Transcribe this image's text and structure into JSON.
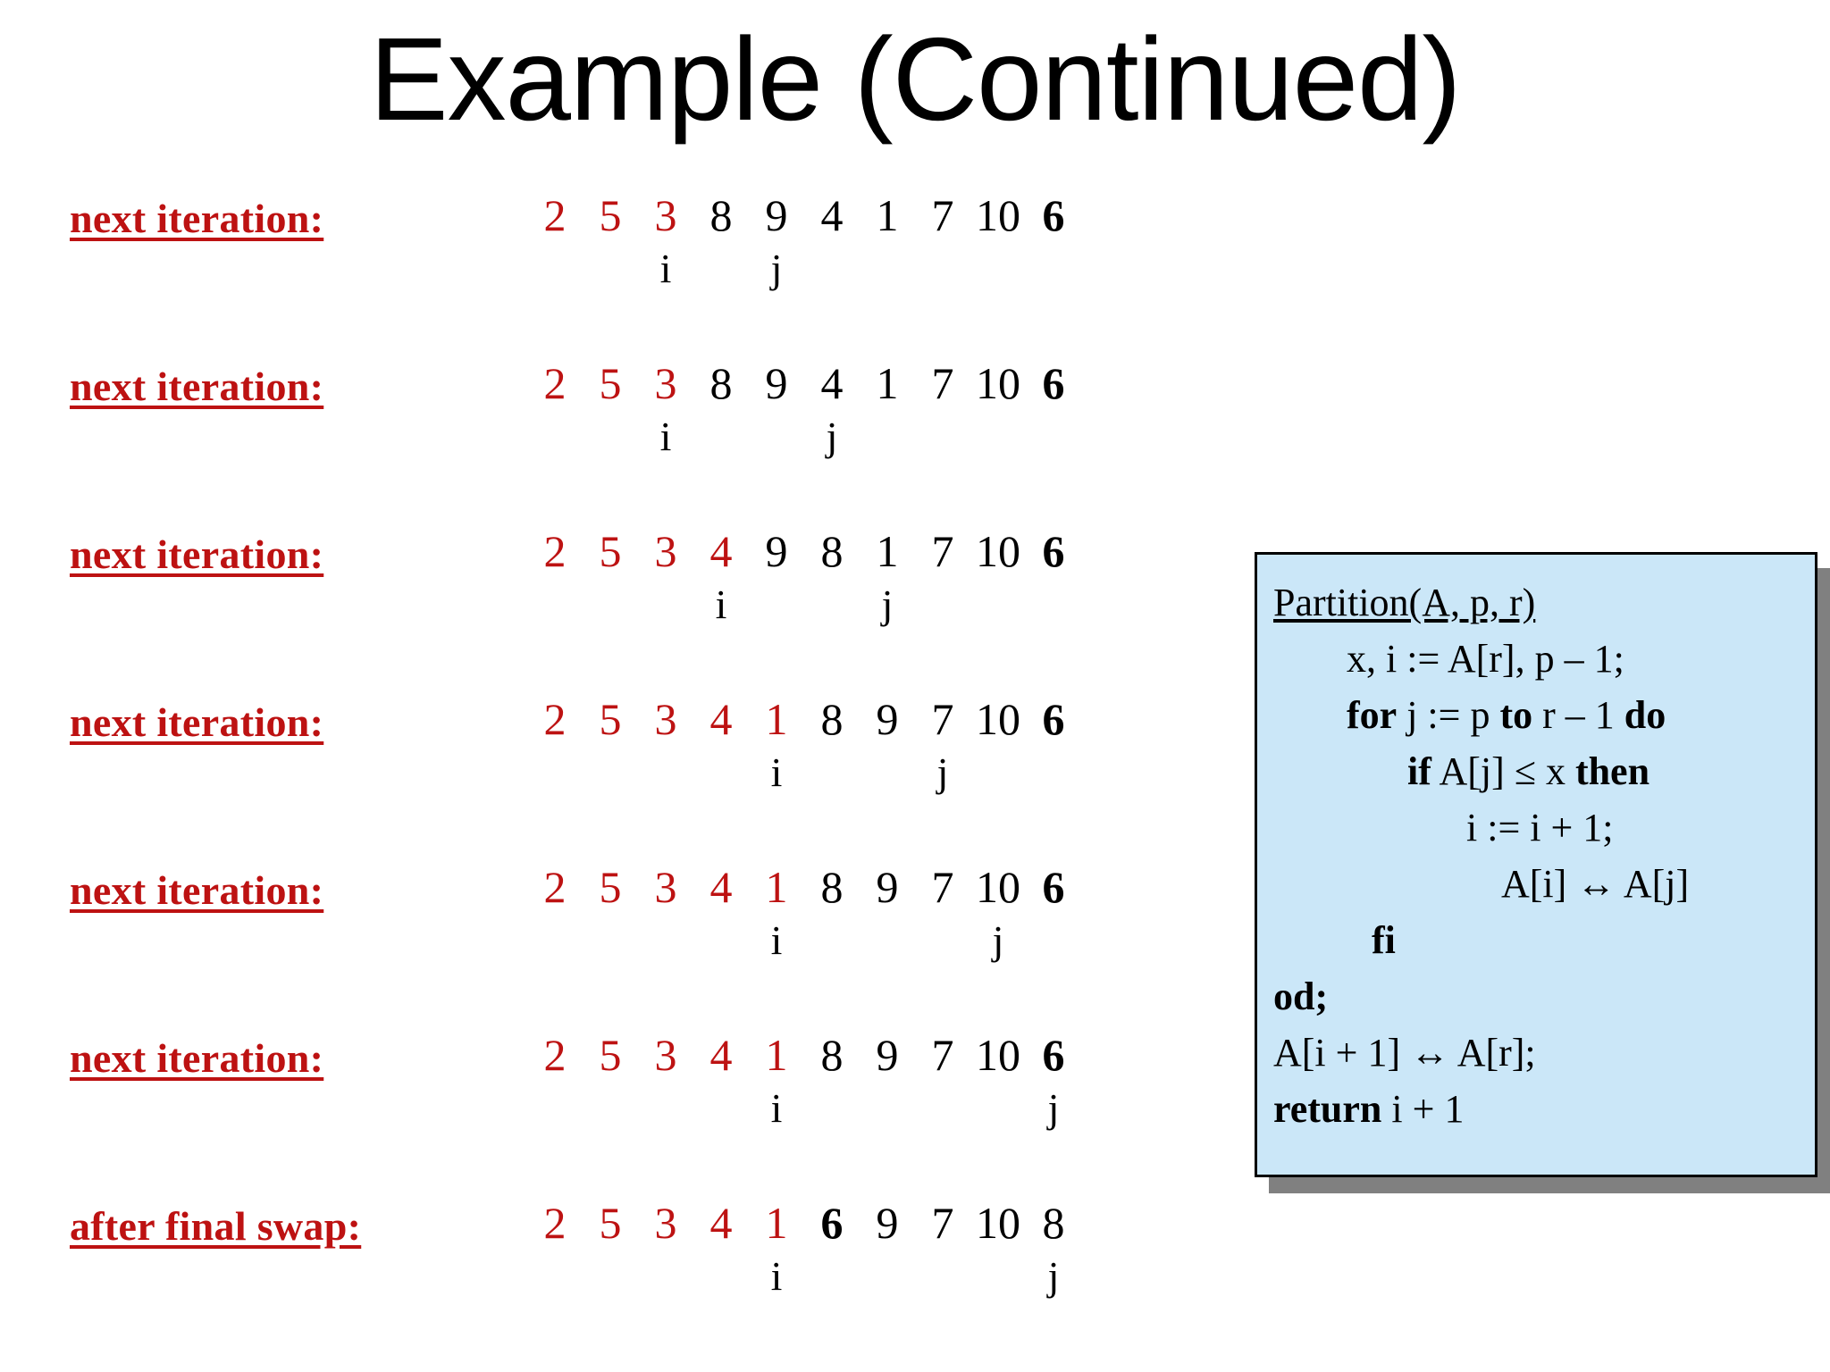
{
  "slide": {
    "title": "Example (Continued)",
    "accent_red": "#BD1212",
    "box_fill": "#CBE7F8",
    "box_shadow": "#808080"
  },
  "trace": {
    "rows": [
      {
        "label": "next iteration:",
        "values": [
          "2",
          "5",
          "3",
          "8",
          "9",
          "4",
          "1",
          "7",
          "10",
          "6"
        ],
        "red_count": 3,
        "bold_index": 9,
        "i_index": 2,
        "j_index": 4,
        "i_label": "i",
        "j_label": "j"
      },
      {
        "label": "next iteration:",
        "values": [
          "2",
          "5",
          "3",
          "8",
          "9",
          "4",
          "1",
          "7",
          "10",
          "6"
        ],
        "red_count": 3,
        "bold_index": 9,
        "i_index": 2,
        "j_index": 5,
        "i_label": "i",
        "j_label": "j"
      },
      {
        "label": "next iteration:",
        "values": [
          "2",
          "5",
          "3",
          "4",
          "9",
          "8",
          "1",
          "7",
          "10",
          "6"
        ],
        "red_count": 4,
        "bold_index": 9,
        "i_index": 3,
        "j_index": 6,
        "i_label": "i",
        "j_label": "j"
      },
      {
        "label": "next iteration:",
        "values": [
          "2",
          "5",
          "3",
          "4",
          "1",
          "8",
          "9",
          "7",
          "10",
          "6"
        ],
        "red_count": 5,
        "bold_index": 9,
        "i_index": 4,
        "j_index": 7,
        "i_label": "i",
        "j_label": "j"
      },
      {
        "label": "next iteration:",
        "values": [
          "2",
          "5",
          "3",
          "4",
          "1",
          "8",
          "9",
          "7",
          "10",
          "6"
        ],
        "red_count": 5,
        "bold_index": 9,
        "i_index": 4,
        "j_index": 8,
        "i_label": "i",
        "j_label": "j"
      },
      {
        "label": "next iteration:",
        "values": [
          "2",
          "5",
          "3",
          "4",
          "1",
          "8",
          "9",
          "7",
          "10",
          "6"
        ],
        "red_count": 5,
        "bold_index": 9,
        "i_index": 4,
        "j_index": 9,
        "i_label": "i",
        "j_label": "j"
      },
      {
        "label": "after final swap:",
        "values": [
          "2",
          "5",
          "3",
          "4",
          "1",
          "6",
          "9",
          "7",
          "10",
          "8"
        ],
        "red_count": 5,
        "bold_index": 5,
        "i_index": 4,
        "j_index": 9,
        "i_label": "i",
        "j_label": "j"
      }
    ]
  },
  "pseudocode": {
    "title": "Partition(A, p, r)",
    "lines": [
      {
        "id": "signature",
        "text": "Partition(A, p, r)",
        "indent": 0,
        "underline": true,
        "bold": false
      },
      {
        "id": "init",
        "text": "x, i  := A[r], p – 1;",
        "indent": 1,
        "underline": false,
        "bold": false
      },
      {
        "id": "for",
        "text": "for j := p to r – 1 do",
        "indent": 1,
        "underline": false,
        "bold": "partial_for"
      },
      {
        "id": "if",
        "text": "if A[j]  ≤  x then",
        "indent": 2,
        "underline": false,
        "bold": "partial_if"
      },
      {
        "id": "inc",
        "text": "i := i + 1;",
        "indent": 3,
        "underline": false,
        "bold": false
      },
      {
        "id": "swap-ij",
        "text": "A[i] ↔ A[j]",
        "indent": 4,
        "underline": false,
        "bold": false
      },
      {
        "id": "fi",
        "text": "fi",
        "indent": 1,
        "underline": false,
        "bold": true
      },
      {
        "id": "od",
        "text": "od;",
        "indent": 0,
        "underline": false,
        "bold": "partial_od"
      },
      {
        "id": "swap-final",
        "text": "A[i + 1] ↔ A[r];",
        "indent": 0,
        "underline": false,
        "bold": false
      },
      {
        "id": "return",
        "text": "return i + 1",
        "indent": 0,
        "underline": false,
        "bold": "partial_return"
      }
    ]
  }
}
